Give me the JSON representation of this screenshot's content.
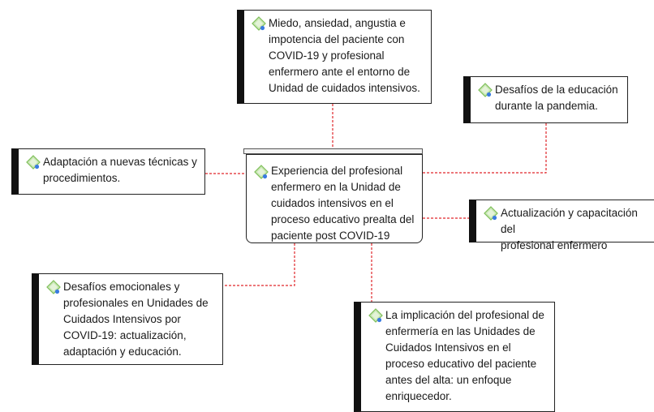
{
  "nodes": {
    "central": "Experiencia del profesional\nenfermero en la Unidad de\ncuidados intensivos en el\nproceso educativo prealta del\npaciente post COVID-19",
    "top": "Miedo, ansiedad, angustia e\nimpotencia del paciente con\nCOVID-19 y profesional\nenfermero ante el entorno de\nUnidad de cuidados intensivos.",
    "top_right": "Desafíos de la educación\ndurante la pandemia.",
    "left": "Adaptación a nuevas técnicas y\nprocedimientos.",
    "right": "Actualización y capacitación del\nprofesional enfermero",
    "bottom_left": "Desafíos emocionales y\nprofesionales en Unidades de\nCuidados Intensivos por\nCOVID-19: actualización,\nadaptación y educación.",
    "bottom_right": "La implicación del profesional de\nenfermería en las Unidades de\nCuidados Intensivos en el\nproceso educativo del paciente\nantes del alta: un enfoque\nenriquecedor."
  },
  "icon": "topic-diamond-icon",
  "colors": {
    "connector": "#e0262a",
    "node_border": "#222222",
    "node_accent": "#111111",
    "icon_fill": "#c9e7b4",
    "icon_stroke": "#7fbf5a",
    "icon_dot": "#3a7be0"
  }
}
